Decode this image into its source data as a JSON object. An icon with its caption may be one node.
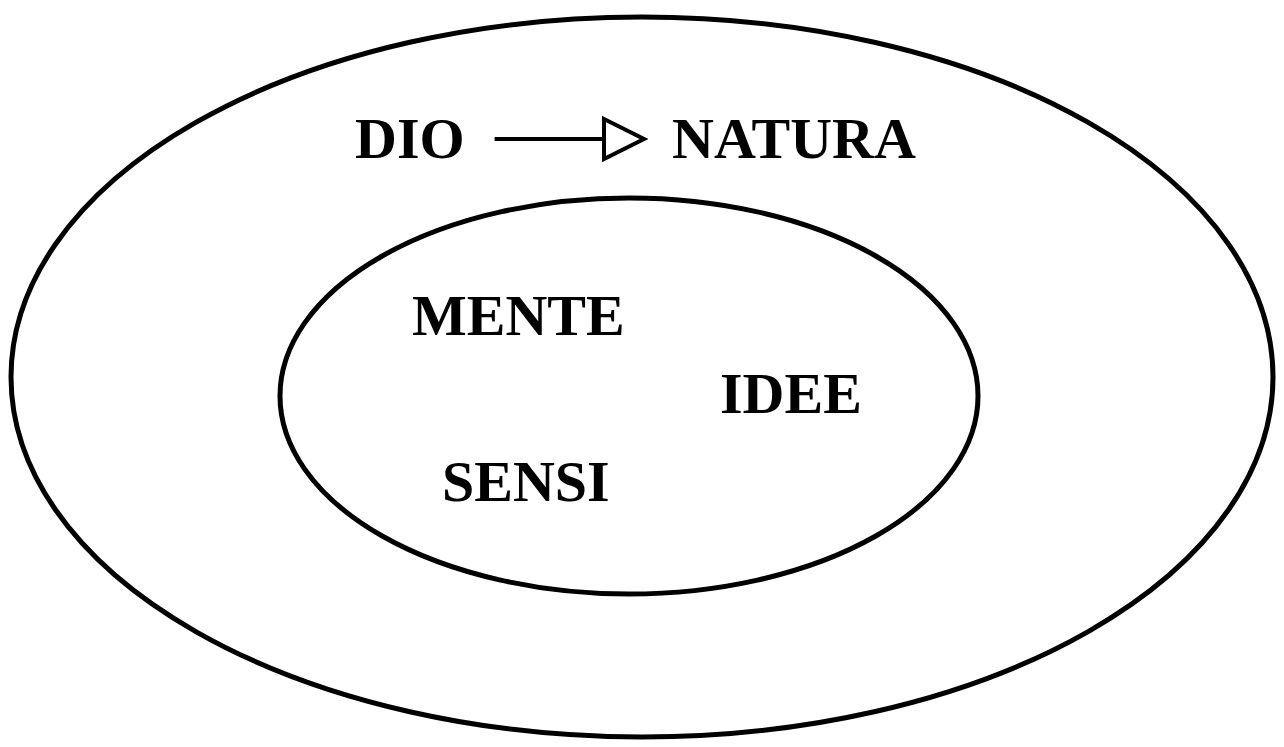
{
  "diagram": {
    "nodes": [
      {
        "text": [],
        "shape": "ellipse"
      },
      {
        "text": [
          "DIO"
        ],
        "in": 0
      },
      {
        "text": [
          "NATURA"
        ],
        "in": 0
      },
      {
        "text": [
          "MENTE",
          "IDEE",
          "SENSI"
        ],
        "in": 0
      }
    ],
    "edges": [
      {
        "from": 1,
        "to": 2,
        "arrow": "to"
      }
    ]
  }
}
